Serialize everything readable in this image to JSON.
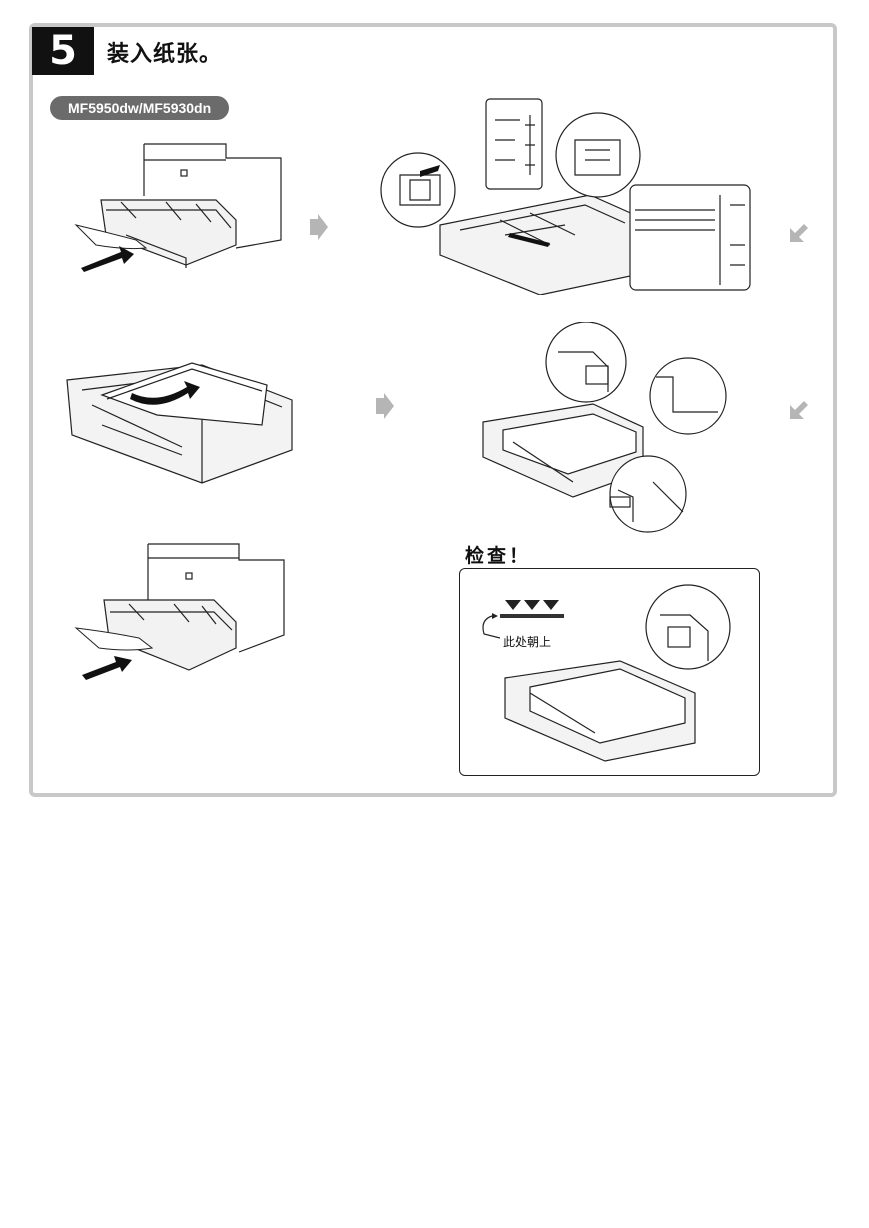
{
  "step": {
    "number": "5",
    "title": "装入纸张。"
  },
  "model_label": "MF5950dw/MF5930dn",
  "check": {
    "title": "检查！",
    "face_up_label": "此处朝上"
  },
  "colors": {
    "panel_border": "#c8c8c8",
    "badge_bg": "#111111",
    "pill_bg": "#6b6b6b",
    "arrow_gray": "#b5b5b5"
  }
}
